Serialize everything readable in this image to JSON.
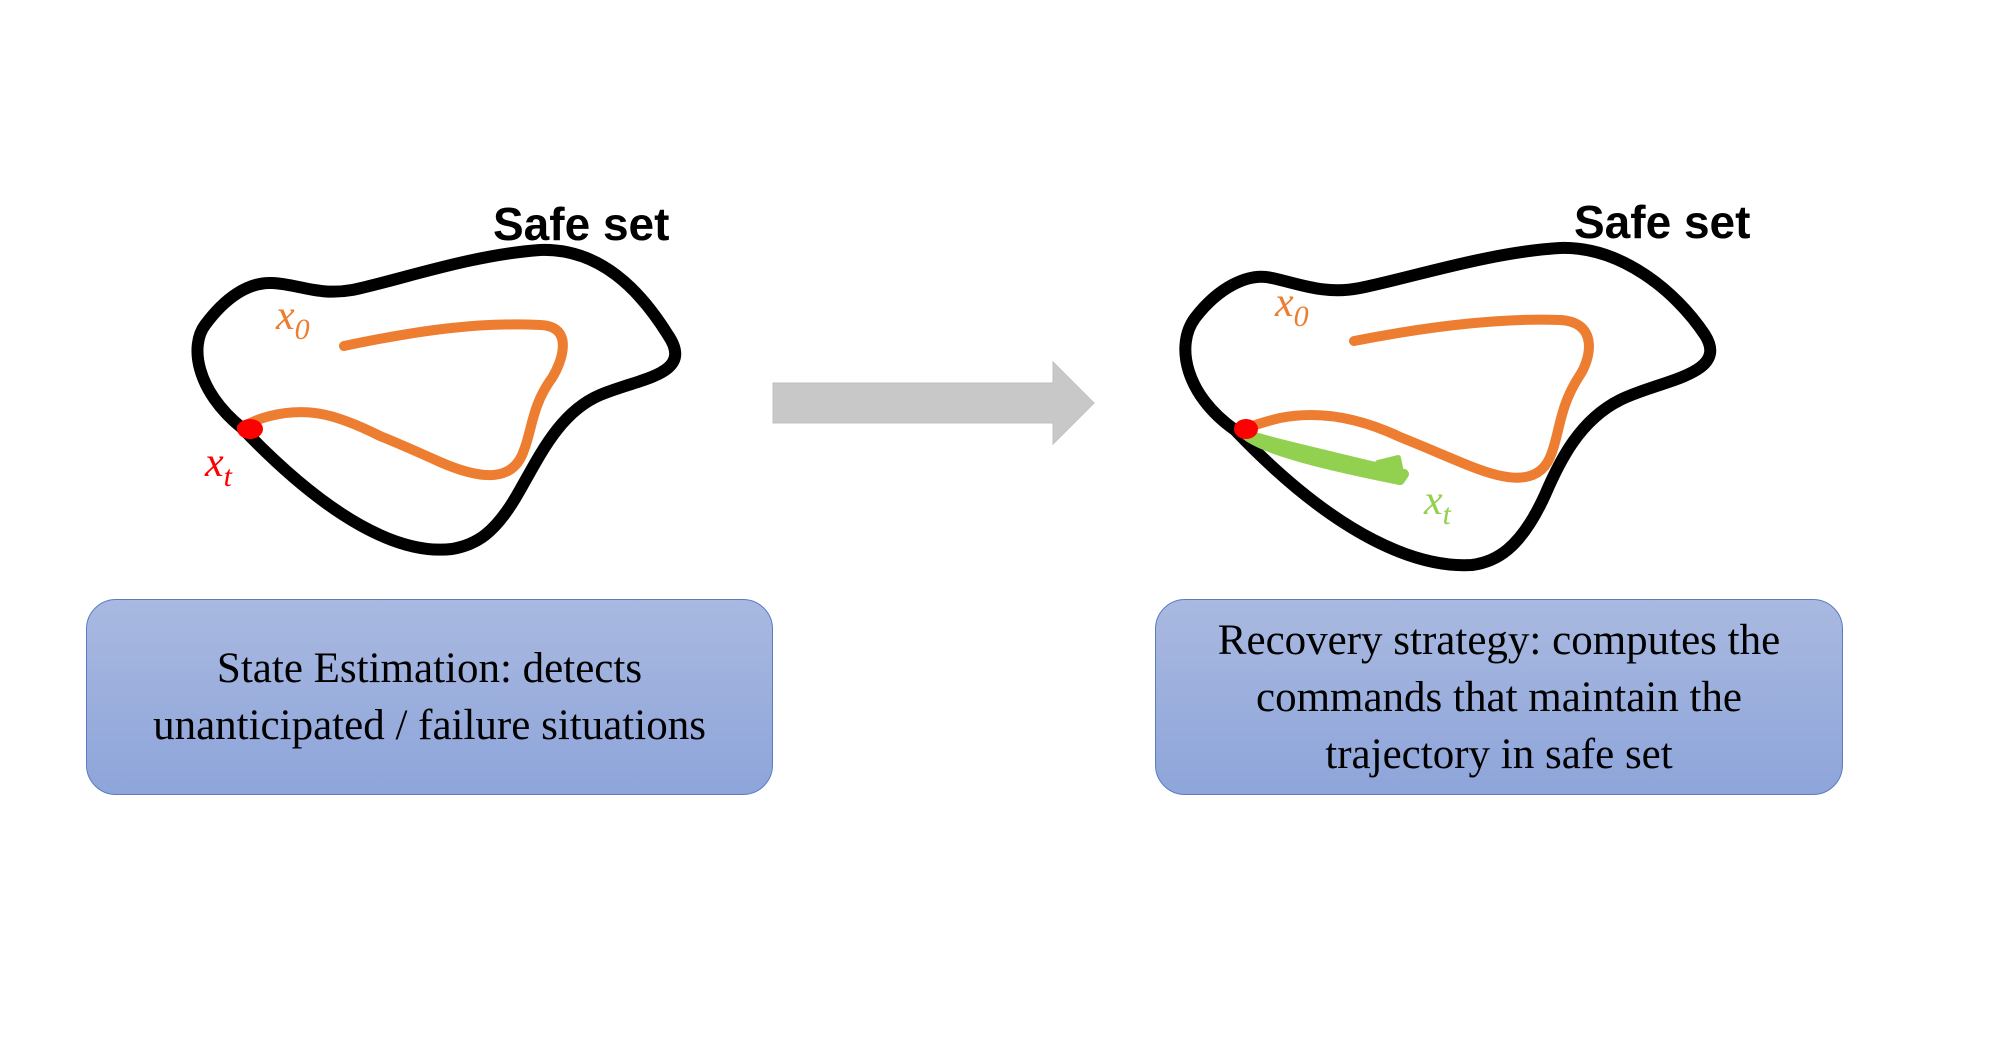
{
  "left_panel": {
    "title": "Safe set",
    "start_label": {
      "base": "x",
      "sub": "0"
    },
    "current_label": {
      "base": "x",
      "sub": "t"
    },
    "caption": "State Estimation: detects unanticipated / failure situations"
  },
  "right_panel": {
    "title": "Safe set",
    "start_label": {
      "base": "x",
      "sub": "0"
    },
    "current_label": {
      "base": "x",
      "sub": "t"
    },
    "caption": "Recovery strategy: computes the commands that maintain the trajectory in safe set"
  },
  "colors": {
    "boundary": "#000000",
    "trajectory": "#ed7d31",
    "failure_point": "#ff0000",
    "recovery_path": "#92d050",
    "arrow": "#c8c8c8",
    "caption_fill_top": "#a9b9e0",
    "caption_fill_bottom": "#8ea5da",
    "caption_border": "#5b7cc4"
  }
}
